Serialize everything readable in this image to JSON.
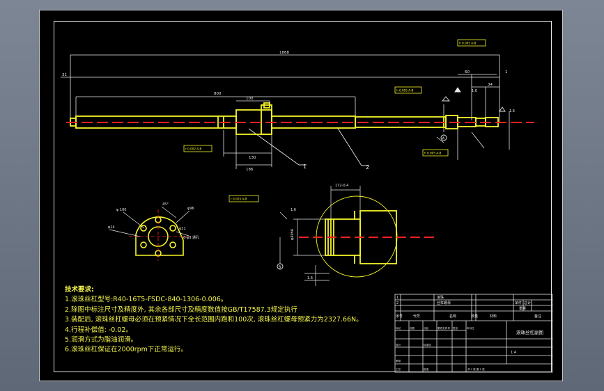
{
  "drawing": {
    "dims": {
      "overall": "1868",
      "left_end": "31",
      "center_span": "800",
      "nut_flange": "100",
      "nut_len": "130",
      "nut_total": "186",
      "right_1": "60",
      "right_2": "34",
      "right_3": "1",
      "detail_top": "172-0.4",
      "detail_dia": "φ40h6",
      "detail_bottom": "1.6",
      "diag_x": "1.6",
      "roughness": "1.6"
    },
    "tolerance_frames": [
      "h 0.005 A-B",
      "h 0.005 A-B",
      "r 0.002 A-B",
      "h 0.005 A-B",
      "r 0.003 A-B"
    ],
    "datums": [
      "A",
      "B"
    ],
    "leaders": [
      "1",
      "2"
    ],
    "flange": {
      "labels": [
        "φ 100",
        "45°",
        "φ96",
        "φ11",
        "φ14"
      ],
      "hole_label": "6-φ9 通孔"
    },
    "notes": {
      "title": "技术要求:",
      "lines": [
        "1.滚珠丝杠型号:R40-16T5-FSDC-840-1306-0.006。",
        "2.除图中标注尺寸及精度外, 其余各部尺寸及精度数值按GB/T17587.3规定执行",
        "3.装配后, 滚珠丝杠螺母必须在预紧情况下全长范围内跑和100次, 滚珠丝杠螺母预紧力为2327.66N。",
        "4.行程补偿值: -0.02。",
        "5.润滑方式为脂油润滑。",
        "6.滚珠丝杠保证在2000rpm下正常运行。"
      ]
    },
    "titleblock": {
      "header": [
        "序号",
        "代号",
        "名称",
        "数量",
        "材料",
        "单件",
        "总计",
        "重量",
        "备注"
      ],
      "row1": [
        "1",
        "滚珠"
      ],
      "row2": [
        "2",
        "丝杠螺母"
      ],
      "drawing_name": "滚珠丝杠副图",
      "bottom_cells": [
        "标记",
        "处数",
        "分区",
        "更改文件号",
        "签名",
        "年月日",
        "设计",
        "标准化",
        "审核",
        "工艺",
        "批准"
      ],
      "scale": "1:4",
      "sheet": "共 1 张 第 1 张"
    }
  }
}
